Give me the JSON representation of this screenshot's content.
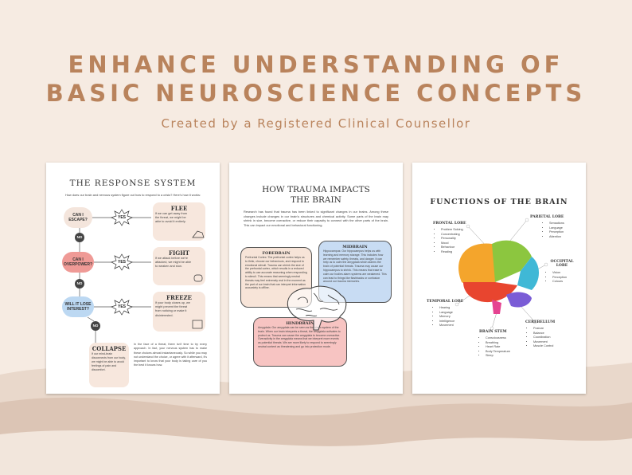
{
  "header": {
    "line1": "ENHANCE UNDERSTANDING OF",
    "line2": "BASIC NEUROSCIENCE CONCEPTS",
    "subtitle": "Created by a Registered Clinical Counsellor"
  },
  "page1": {
    "title": "THE RESPONSE SYSTEM",
    "intro": "How does our brain and nervous system figure out how to respond to a crisis? Here's how it works:",
    "questions": [
      "CAN I ESCAPE?",
      "CAN I OVERPOWER?",
      "WILL IT LOSE INTEREST?"
    ],
    "yes": "YES",
    "no": "NO",
    "responses": [
      {
        "title": "FLEE",
        "text": "If we can get away from the threat, we might be able to avoid it entirely."
      },
      {
        "title": "FIGHT",
        "text": "If we attack before we're attacked, we might be able to weaken and stun."
      },
      {
        "title": "FREEZE",
        "text": "If your body closes up, we might prevent the threat from noticing or make it disinterested."
      }
    ],
    "collapse": {
      "title": "COLLAPSE",
      "text": "If our mind-brain disconnects from our body, we might be able to avoid feelings of pain and discomfort."
    },
    "closing": "In the face of a threat, there isn't time to try every approach. In fact, your nervous system has to make these choices almost instantaneously. So while you may not understand the choice, or agree with it afterward, it's important to know that your body is taking care of you the best it knows how."
  },
  "page2": {
    "title_l1": "HOW TRAUMA IMPACTS",
    "title_l2": "THE BRAIN",
    "intro": "Research has found that trauma has been linked to significant changes in our brains. Among these changes include changes in our brain's structures and chemical activity. Some parts of the brain may shrink in size, become overactive, or reduce their capacity to connect with the other parts of the brain. This can impact our emotional and behavioral functioning.",
    "forebrain": {
      "title": "FOREBRAIN",
      "text": "Prefrontal Cortex: The prefrontal cortex helps us to think, choose our behaviours, and respond to emotional stimuli. Trauma can shrink the size of the prefrontal cortex, which results in a reduced ability to use accurate reasoning when responding to stimuli. This means that seemingly neutral threats may feel extremely real in the moment as the part of our brain that can interpret information accurately is offline."
    },
    "midbrain": {
      "title": "MIDBRAIN",
      "text": "Hippocampus: Our hippocampus helps us with learning and memory storage. This includes how we remember safety, threats, and danger. It can help us to calm the amygdala which alarms the brain of potential threats. Trauma may cause our hippocampus to shrink. This means that ease to calm our bodies alarm systems are weakened. This can lead to things like flashbacks or confusion around our trauma memories."
    },
    "hindbrain": {
      "title": "HINDBRAIN",
      "text": "Amygdala: Our amygdala can be seen as the alarm system of the brain. When our brain interprets a threat, the amygdala activates to protect us. Trauma can cause the amygdala to become overactive. Overactivity in the amygdala means that we interpret more events as potential threats. We are more likely to respond to seemingly neutral content as threatening and go into protection mode."
    }
  },
  "page3": {
    "title": "FUNCTIONS OF THE BRAIN",
    "lobes": [
      {
        "name": "FRONTAL LOBE",
        "items": [
          "Problem Solving",
          "Concentrating",
          "Personality",
          "Mood",
          "Behaviour",
          "Reading"
        ]
      },
      {
        "name": "PARIETAL LOBE",
        "items": [
          "Sensations",
          "Language",
          "Perception",
          "Attention"
        ]
      },
      {
        "name": "OCCIPITAL LOBE",
        "items": [
          "Vision",
          "Perception",
          "Colours"
        ]
      },
      {
        "name": "TEMPORAL LOBE",
        "items": [
          "Hearing",
          "Language",
          "Memory",
          "Intelligence",
          "Movement"
        ]
      },
      {
        "name": "BRAIN STEM",
        "items": [
          "Consciousness",
          "Breathing",
          "Heart Rate",
          "Body Temperature",
          "Sleep"
        ]
      },
      {
        "name": "CEREBELLUM",
        "items": [
          "Posture",
          "Balance",
          "Coordination",
          "Movement",
          "Muscle Control"
        ]
      }
    ],
    "colors": {
      "frontal": "#f4a52c",
      "parietal": "#8cc63f",
      "occipital": "#3fb8d6",
      "temporal": "#e8452f",
      "stem": "#e54391",
      "cerebellum": "#7a5cd6"
    }
  }
}
